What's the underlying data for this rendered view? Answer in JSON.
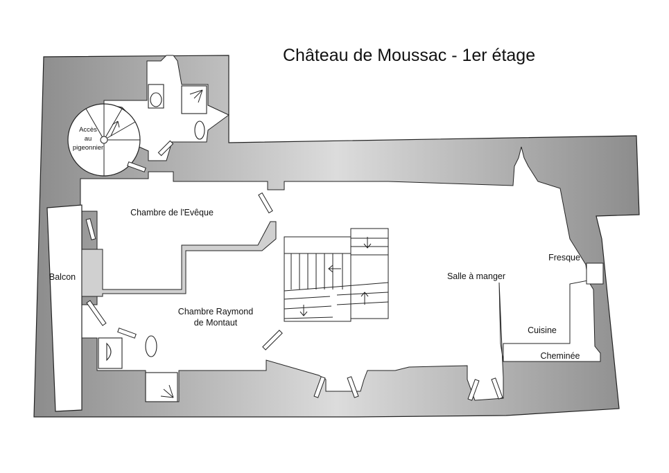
{
  "title": "Château de Moussac - 1er étage",
  "rooms": {
    "pigeonnier_line1": "Accès",
    "pigeonnier_line2": "au",
    "pigeonnier_line3": "pigeonnier",
    "chambre_eveque": "Chambre de l'Evêque",
    "balcon": "Balcon",
    "chambre_raymond_line1": "Chambre Raymond",
    "chambre_raymond_line2": "de Montaut",
    "salle_a_manger": "Salle à manger",
    "fresque": "Fresque",
    "cuisine": "Cuisine",
    "cheminee": "Cheminée"
  },
  "colors": {
    "wall_dark": "#8f8f8f",
    "wall_light": "#d8d8d8",
    "floor": "#ffffff",
    "line": "#222222"
  },
  "icons": [
    "toilet-icon",
    "shower-icon",
    "spiral-staircase-icon",
    "stair-arrow-icon",
    "door-icon"
  ]
}
